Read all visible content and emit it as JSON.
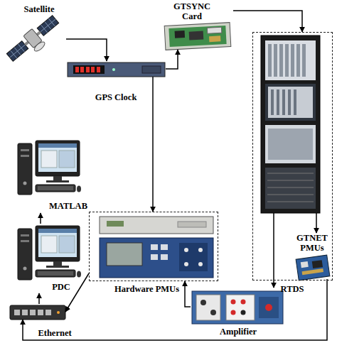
{
  "diagram": {
    "nodes": [
      {
        "text": [
          "Satellite"
        ]
      },
      {
        "text": [
          "GTSYNC Card"
        ]
      },
      {
        "text": [
          "GPS Clock"
        ]
      },
      {
        "text": [
          "RTDS"
        ]
      },
      {
        "text": [
          "MATLAB"
        ]
      },
      {
        "text": [
          "GTNET PMUs"
        ],
        "in": 3
      },
      {
        "text": [
          "PDC"
        ]
      },
      {
        "text": [
          "Hardware PMUs"
        ]
      },
      {
        "text": [
          "Ethernet"
        ]
      },
      {
        "text": [
          "Amplifier"
        ]
      }
    ],
    "edges": [
      {
        "from": 0,
        "to": 2,
        "arrow": "to"
      },
      {
        "from": 2,
        "to": 1,
        "arrow": "to"
      },
      {
        "from": 1,
        "to": 3,
        "arrow": "to"
      },
      {
        "from": 2,
        "to": 7,
        "arrow": "to"
      },
      {
        "from": 3,
        "to": 9,
        "arrow": "to"
      },
      {
        "from": 3,
        "to": 5,
        "arrow": "to"
      },
      {
        "from": 9,
        "to": 7,
        "arrow": "to"
      },
      {
        "from": 7,
        "to": 8,
        "arrow": "to"
      },
      {
        "from": 5,
        "to": 8,
        "arrow": "to"
      },
      {
        "from": 8,
        "to": 6,
        "arrow": "to"
      },
      {
        "from": 6,
        "to": 4,
        "arrow": "to"
      }
    ]
  }
}
